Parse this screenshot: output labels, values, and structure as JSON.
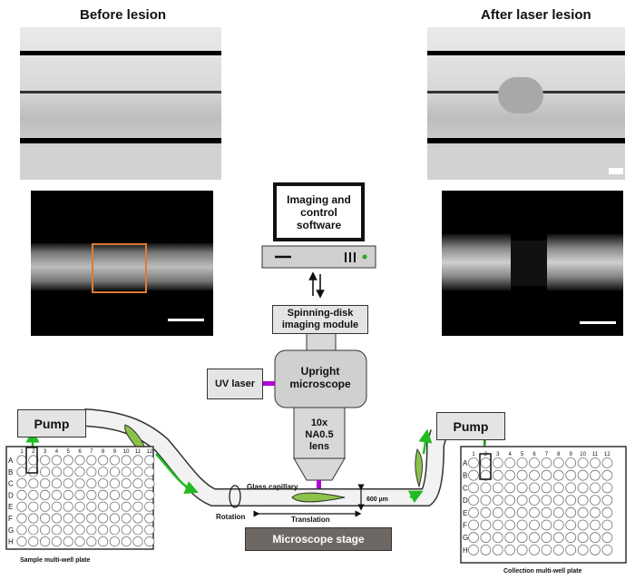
{
  "titles": {
    "before": "Before lesion",
    "after": "After laser lesion"
  },
  "components": {
    "software": "Imaging and control software",
    "spinning_disk": "Spinning-disk imaging module",
    "microscope": "Upright microscope",
    "uv_laser": "UV laser",
    "lens": "10x NA0.5 lens",
    "pump_left": "Pump",
    "pump_right": "Pump",
    "stage": "Microscope stage"
  },
  "annotations": {
    "glass_capillary": "Glass capillary",
    "rotation": "Rotation",
    "translation": "Translation",
    "distance": "600 µm"
  },
  "plates": {
    "sample_label": "Sample multi-well plate",
    "collection_label": "Collection multi-well plate",
    "rows": [
      "A",
      "B",
      "C",
      "D",
      "E",
      "F",
      "G",
      "H"
    ],
    "columns": [
      "1",
      "2",
      "3",
      "4",
      "5",
      "6",
      "7",
      "8",
      "9",
      "10",
      "11",
      "12"
    ]
  },
  "colors": {
    "flow_arrow": "#22bb22",
    "laser": "#b000d8",
    "roi_box": "#e07a30",
    "box_fill": "#e4e4e4",
    "stage_fill": "#6e6865"
  }
}
